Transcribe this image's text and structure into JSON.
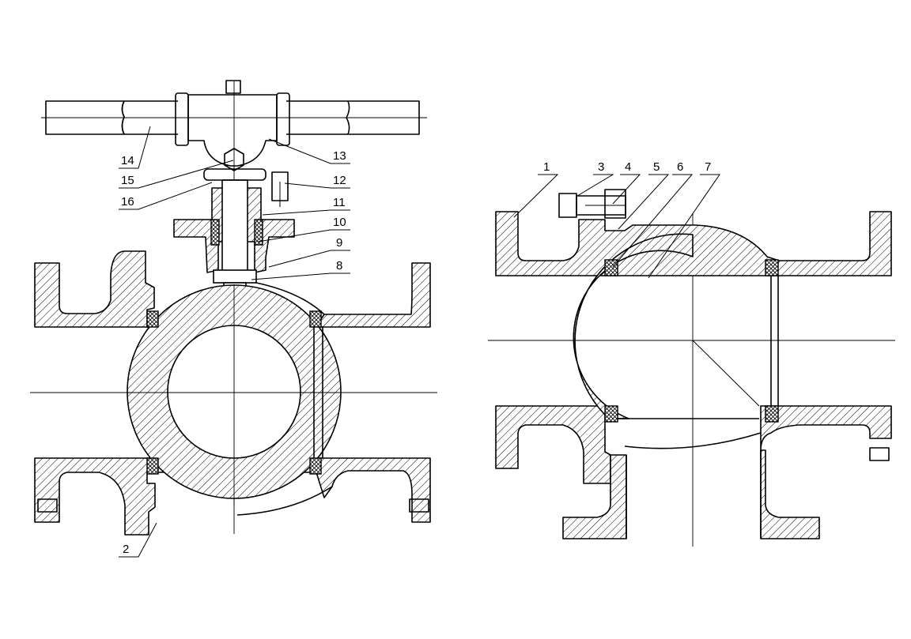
{
  "callouts": {
    "left": [
      "14",
      "15",
      "16",
      "13",
      "12",
      "11",
      "10",
      "9",
      "8",
      "2"
    ],
    "right": [
      "1",
      "3",
      "4",
      "5",
      "6",
      "7"
    ]
  }
}
